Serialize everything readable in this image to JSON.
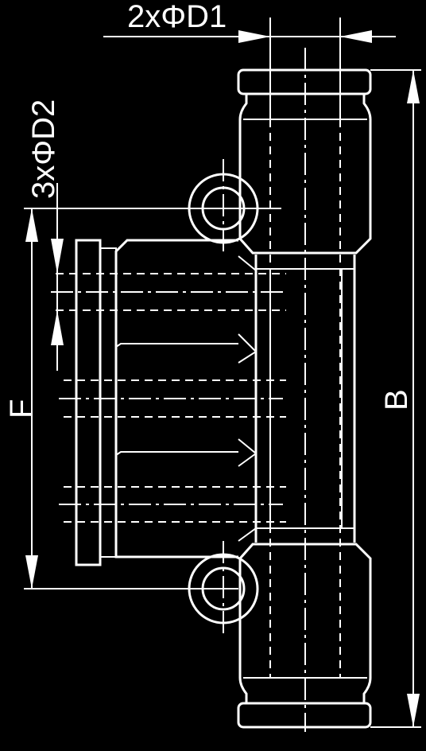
{
  "drawing": {
    "type": "technical dimension drawing",
    "colors": {
      "background": "#000000",
      "lines": "#ffffff"
    },
    "labels": {
      "d1": "2xΦD1",
      "d2": "3xΦD2",
      "f": "F",
      "b": "B"
    }
  }
}
